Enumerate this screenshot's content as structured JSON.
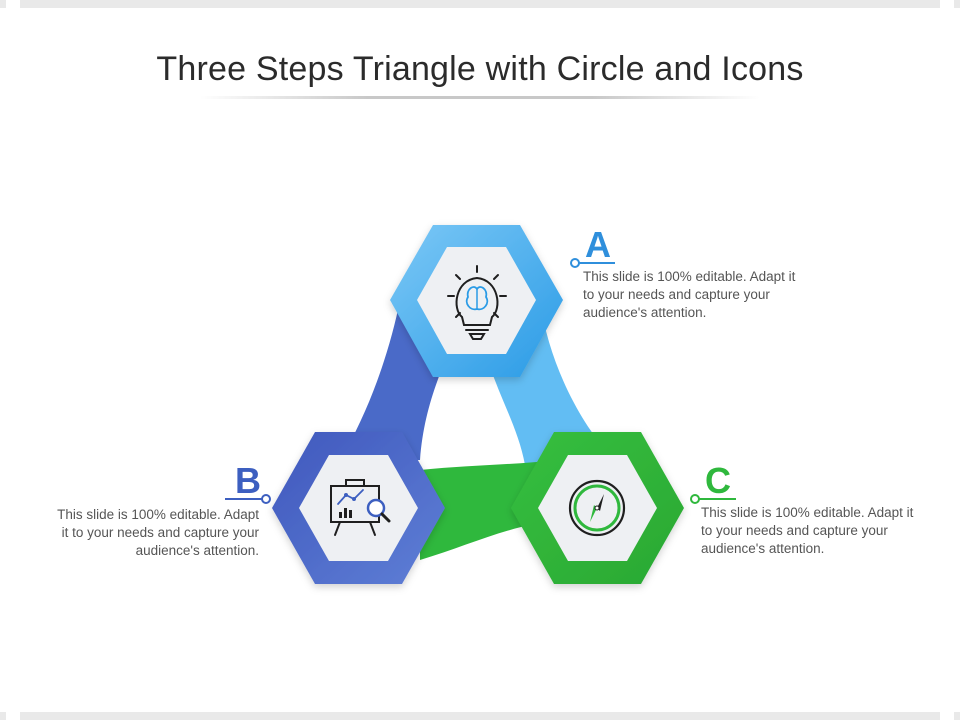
{
  "title": "Three Steps Triangle with Circle and Icons",
  "steps": [
    {
      "letter": "A",
      "text": "This slide is 100% editable. Adapt it to your needs and capture your audience's attention.",
      "color": "#2f8fdc",
      "icon": "lightbulb-brain-icon"
    },
    {
      "letter": "B",
      "text": "This slide is 100% editable. Adapt it to your needs and capture your audience's attention.",
      "color": "#3d5fc0",
      "icon": "presentation-board-magnifier-icon"
    },
    {
      "letter": "C",
      "text": "This slide is 100% editable. Adapt it to your needs and capture your audience's attention.",
      "color": "#2fb83d",
      "icon": "compass-icon"
    }
  ]
}
